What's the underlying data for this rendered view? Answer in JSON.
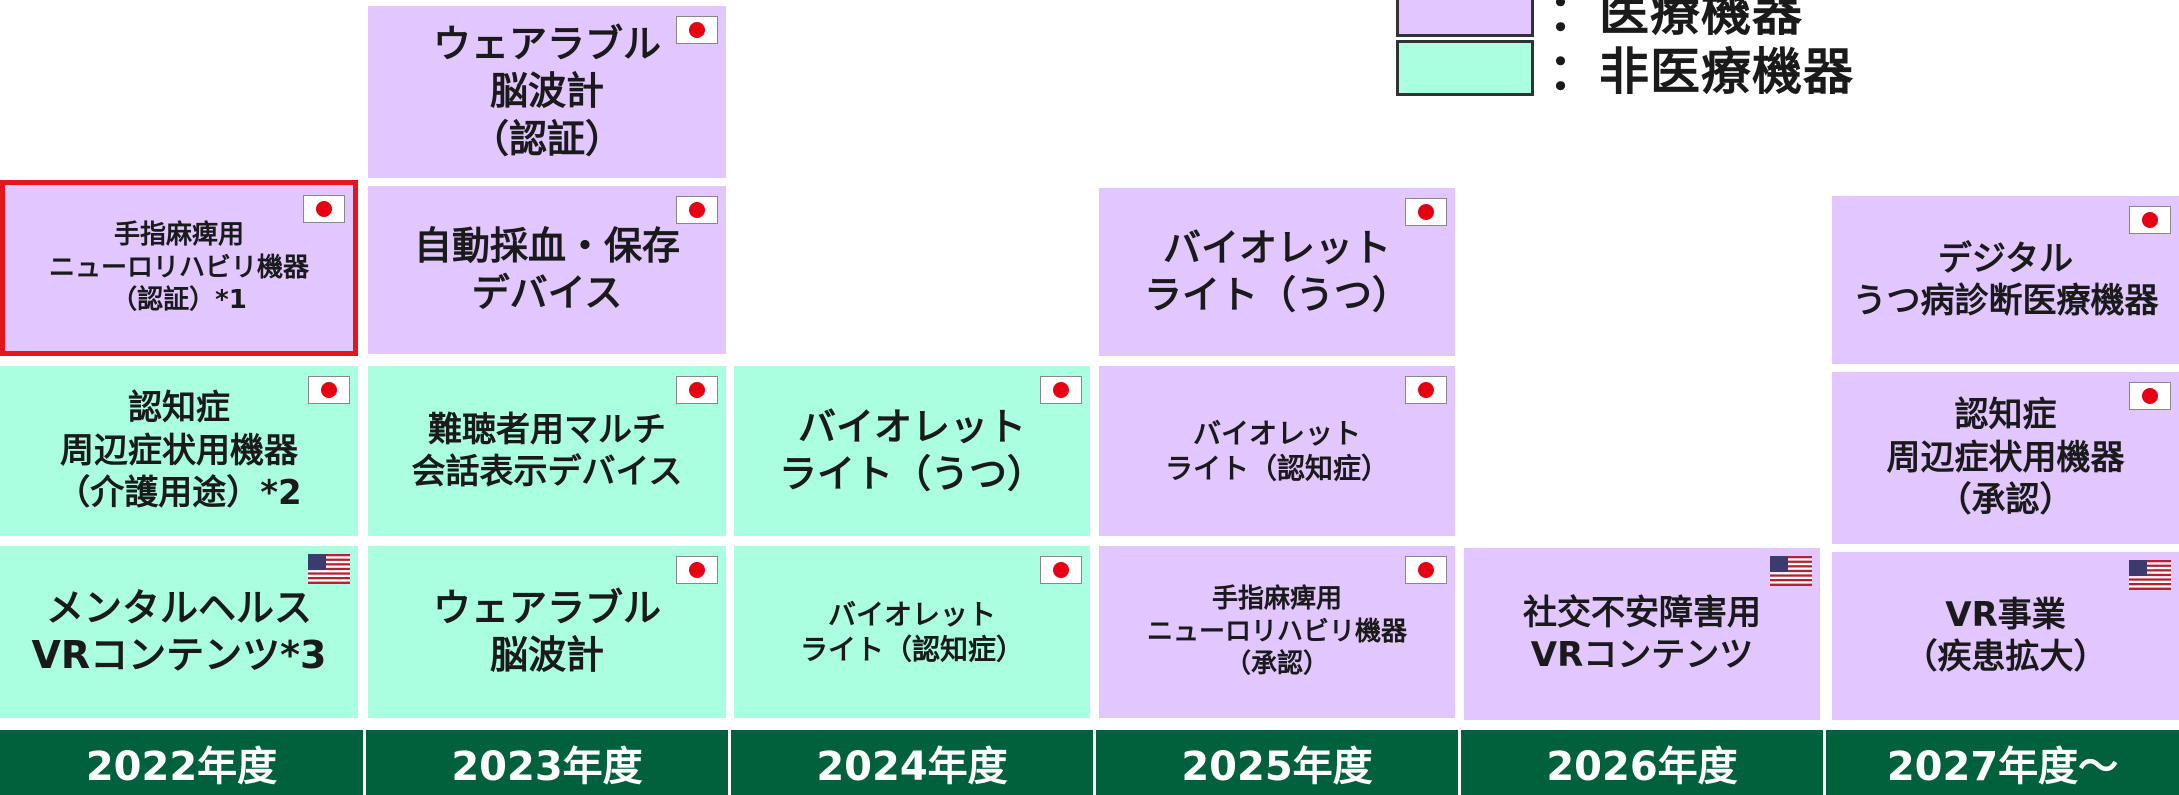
{
  "legend": {
    "medical_label": "：医療機器",
    "nonmedical_label": "：非医療機器",
    "medical_color": "#e1c6ff",
    "nonmedical_color": "#aaffe0"
  },
  "years": [
    "2022年度",
    "2023年度",
    "2024年度",
    "2025年度",
    "2026年度",
    "2027年度〜"
  ],
  "cards": {
    "c2023_top": {
      "lines": [
        "ウェアラブル",
        "脳波計",
        "（認証）"
      ],
      "type": "medical",
      "flag": "japan-flag-icon"
    },
    "c2022_neuro": {
      "lines": [
        "手指麻痺用",
        "ニューロリハビリ機器",
        "（認証）*1"
      ],
      "type": "medical",
      "flag": "japan-flag-icon"
    },
    "c2023_blood": {
      "lines": [
        "自動採血・保存",
        "デバイス"
      ],
      "type": "medical",
      "flag": "japan-flag-icon"
    },
    "c2025_violet_dep": {
      "lines": [
        "バイオレット",
        "ライト（うつ）"
      ],
      "type": "medical",
      "flag": "japan-flag-icon"
    },
    "c2027_digital": {
      "lines": [
        "デジタル",
        "うつ病診断医療機器"
      ],
      "type": "medical",
      "flag": "japan-flag-icon"
    },
    "c2022_dementia": {
      "lines": [
        "認知症",
        "周辺症状用機器",
        "（介護用途）*2"
      ],
      "type": "nonmedical",
      "flag": "japan-flag-icon"
    },
    "c2023_hearing": {
      "lines": [
        "難聴者用マルチ",
        "会話表示デバイス"
      ],
      "type": "nonmedical",
      "flag": "japan-flag-icon"
    },
    "c2024_violet_dep": {
      "lines": [
        "バイオレット",
        "ライト（うつ）"
      ],
      "type": "nonmedical",
      "flag": "japan-flag-icon"
    },
    "c2025_violet_dem": {
      "lines": [
        "バイオレット",
        "ライト（認知症）"
      ],
      "type": "medical",
      "flag": "japan-flag-icon"
    },
    "c2027_dementia": {
      "lines": [
        "認知症",
        "周辺症状用機器",
        "（承認）"
      ],
      "type": "medical",
      "flag": "japan-flag-icon"
    },
    "c2022_vr": {
      "lines": [
        "メンタルヘルス",
        "VRコンテンツ*3"
      ],
      "type": "nonmedical",
      "flag": "usa-flag-icon"
    },
    "c2023_eeg": {
      "lines": [
        "ウェアラブル",
        "脳波計"
      ],
      "type": "nonmedical",
      "flag": "japan-flag-icon"
    },
    "c2024_violet_dem": {
      "lines": [
        "バイオレット",
        "ライト（認知症）"
      ],
      "type": "nonmedical",
      "flag": "japan-flag-icon"
    },
    "c2025_neuro": {
      "lines": [
        "手指麻痺用",
        "ニューロリハビリ機器",
        "（承認）"
      ],
      "type": "medical",
      "flag": "japan-flag-icon"
    },
    "c2026_social": {
      "lines": [
        "社交不安障害用",
        "VRコンテンツ"
      ],
      "type": "medical",
      "flag": "usa-flag-icon"
    },
    "c2027_vr": {
      "lines": [
        "VR事業",
        "（疾患拡大）"
      ],
      "type": "medical",
      "flag": "usa-flag-icon"
    }
  }
}
